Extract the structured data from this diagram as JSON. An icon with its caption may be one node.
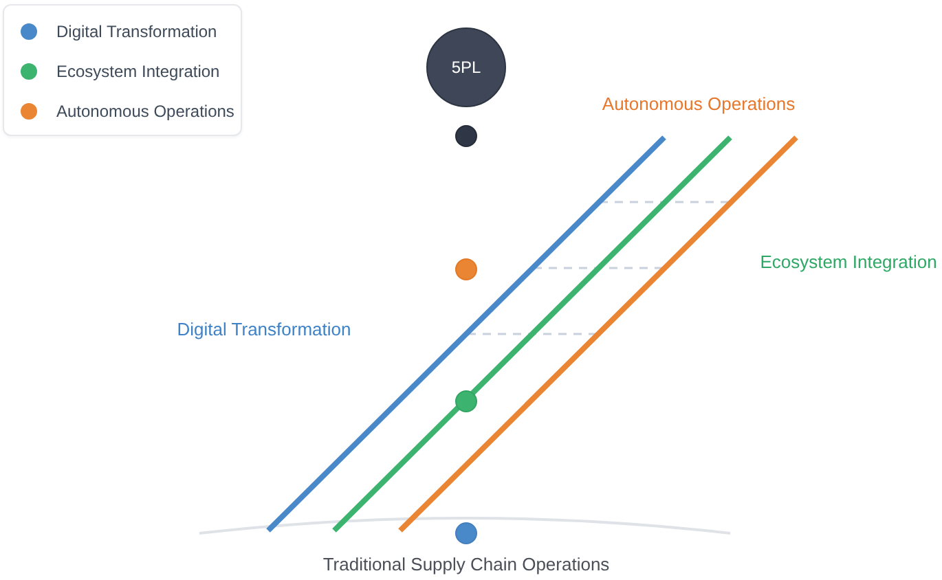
{
  "diagram": {
    "nodes": [
      {
        "text": [
          "5PL"
        ]
      },
      {
        "text": [],
        "shape": "circle"
      },
      {
        "text": [],
        "shape": "circle"
      },
      {
        "text": [],
        "shape": "circle"
      },
      {
        "text": [],
        "shape": "circle",
        "beside": [
          "Traditional Supply Chain Operations"
        ]
      }
    ],
    "labels": [
      "Autonomous Operations",
      "Ecosystem Integration",
      "Digital Transformation"
    ],
    "legend": [
      {
        "text": "Digital Transformation",
        "color": "#4a89c9"
      },
      {
        "text": "Ecosystem Integration",
        "color": "#3cb36e"
      },
      {
        "text": "Autonomous Operations",
        "color": "#ea8533"
      }
    ]
  }
}
